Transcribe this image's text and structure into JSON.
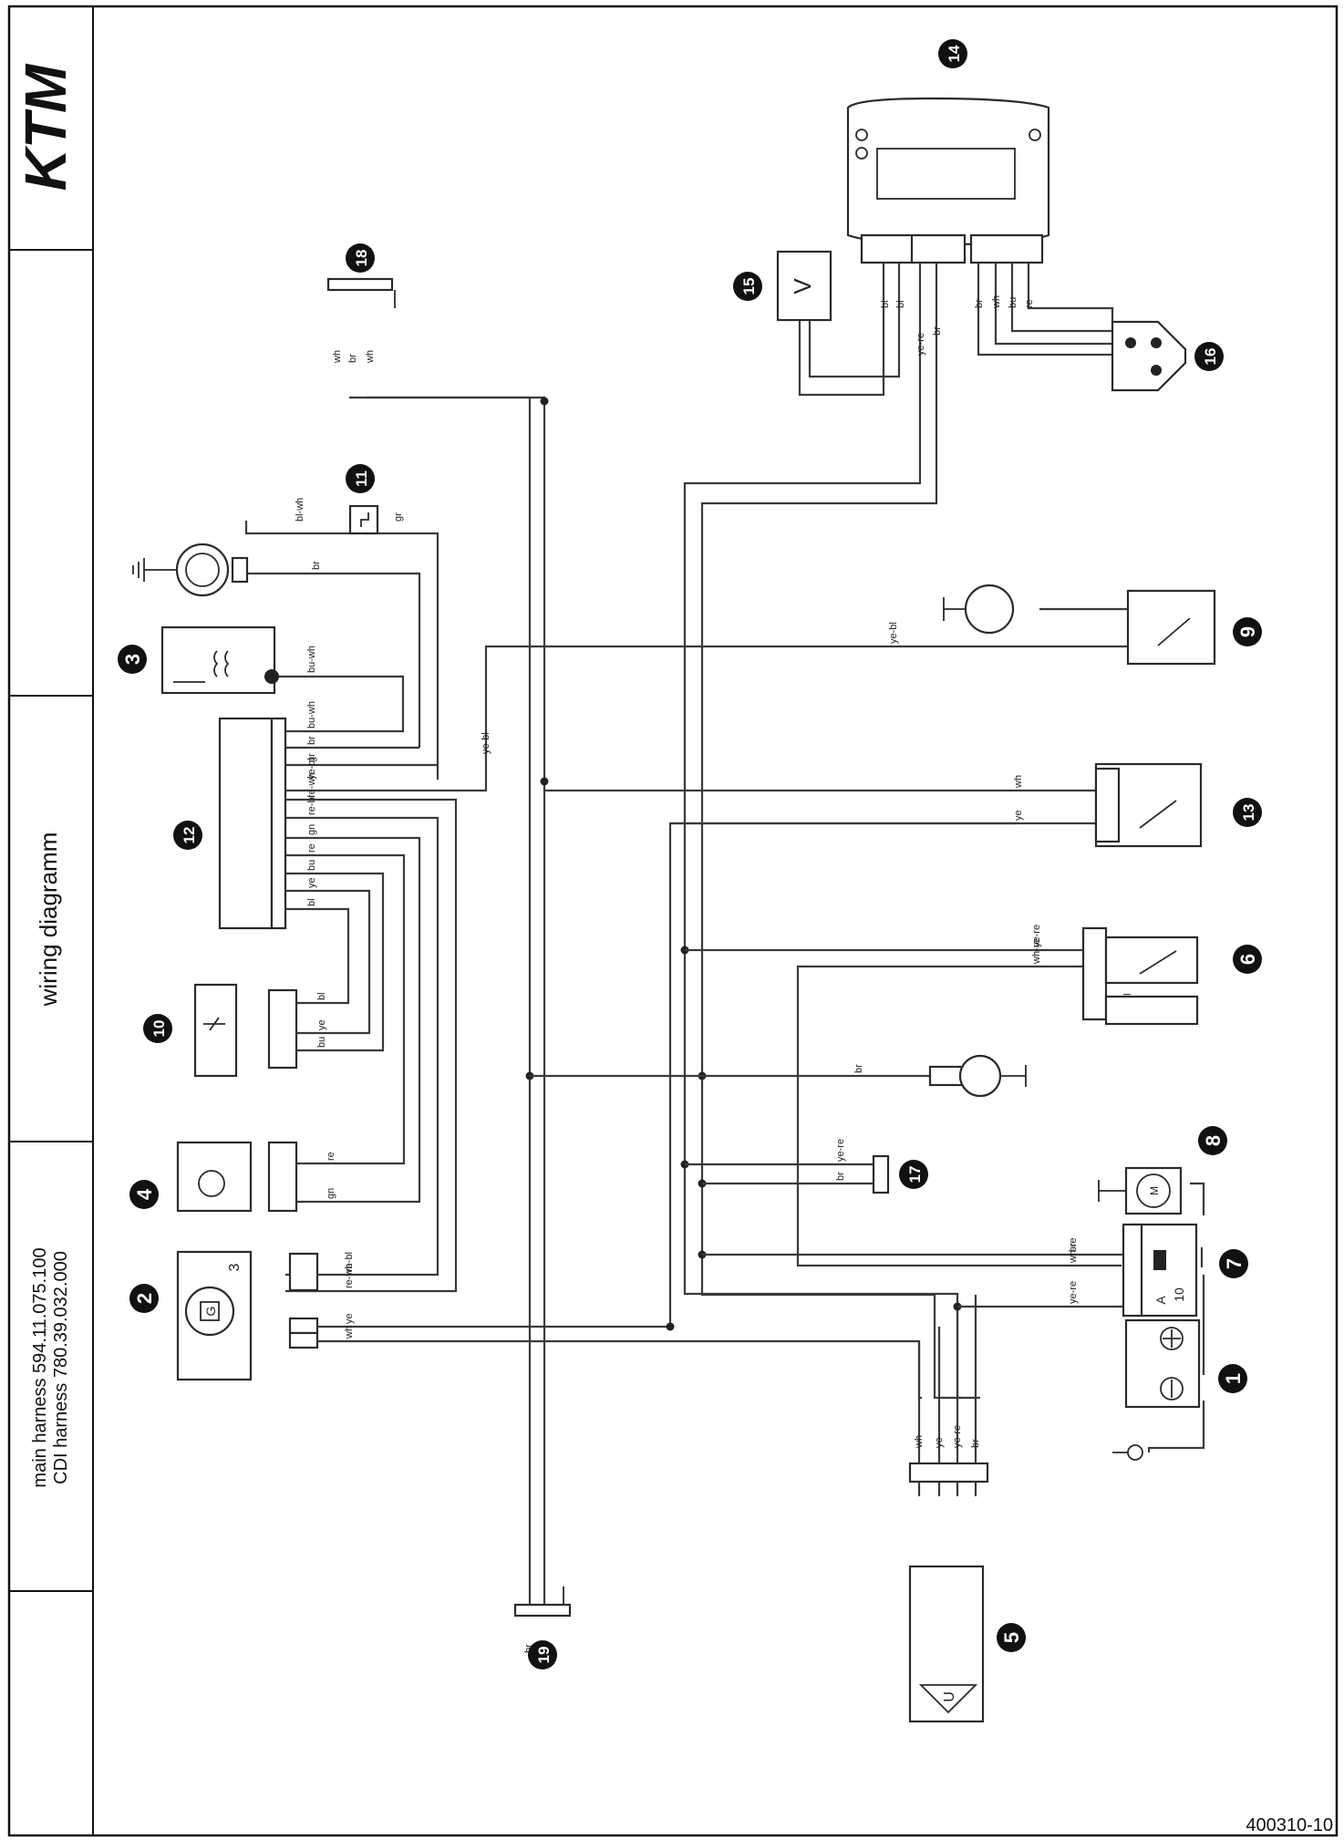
{
  "brand": {
    "logo_text": "KTM"
  },
  "title_block": {
    "title": "wiring diagramm",
    "harness_line_1": "main harness  594.11.075.100",
    "harness_line_2": "CDI harness 780.39.032.000"
  },
  "document_number": "400310-10",
  "components": [
    {
      "id": "1",
      "label": "1"
    },
    {
      "id": "2",
      "label": "2"
    },
    {
      "id": "3",
      "label": "3"
    },
    {
      "id": "4",
      "label": "4"
    },
    {
      "id": "5",
      "label": "5"
    },
    {
      "id": "6",
      "label": "6"
    },
    {
      "id": "7",
      "label": "7"
    },
    {
      "id": "8",
      "label": "8"
    },
    {
      "id": "9",
      "label": "9"
    },
    {
      "id": "10",
      "label": "10"
    },
    {
      "id": "11",
      "label": "11"
    },
    {
      "id": "12",
      "label": "12"
    },
    {
      "id": "13",
      "label": "13"
    },
    {
      "id": "14",
      "label": "14"
    },
    {
      "id": "15",
      "label": "15"
    },
    {
      "id": "16",
      "label": "16"
    },
    {
      "id": "17",
      "label": "17"
    },
    {
      "id": "18",
      "label": "18"
    },
    {
      "id": "19",
      "label": "19"
    }
  ],
  "component_symbols": {
    "15": "V",
    "5": "U",
    "2_coil": "3",
    "2_generator": "G",
    "7_fuse_value": "10",
    "7_fuse_unit": "A",
    "8_motor": "M"
  },
  "wire_colors": [
    "bl-wh",
    "gr",
    "br",
    "bu-wh",
    "bu-wh",
    "br",
    "gr",
    "ye-bl",
    "re-wh",
    "re-bl",
    "gn",
    "re",
    "bu",
    "ye",
    "bl",
    "bl",
    "ye",
    "bu",
    "re",
    "gn",
    "re-bl",
    "re-wh",
    "ye",
    "wh",
    "wh",
    "br",
    "wh",
    "bl",
    "bl",
    "ye-re",
    "br",
    "br",
    "wh",
    "bu",
    "re",
    "ye-bl",
    "ye-bl",
    "wh",
    "ye",
    "ye-re",
    "wh-re",
    "bl",
    "br",
    "ye-re",
    "br",
    "br",
    "wh-re",
    "ye-re",
    "wh",
    "ye",
    "ye-re",
    "br",
    "br",
    "wh"
  ]
}
